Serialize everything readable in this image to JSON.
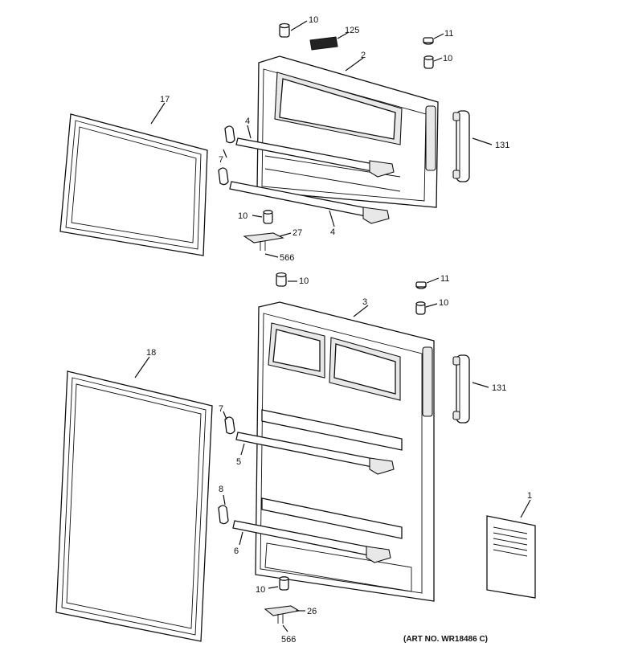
{
  "labels": {
    "l10_a": "10",
    "l125": "125",
    "l11_a": "11",
    "l10_b": "10",
    "l2": "2",
    "l17": "17",
    "l4_a": "4",
    "l7_a": "7",
    "l131_a": "131",
    "l10_c": "10",
    "l4_b": "4",
    "l27": "27",
    "l566_a": "566",
    "l10_d": "10",
    "l11_b": "11",
    "l10_e": "10",
    "l3": "3",
    "l18": "18",
    "l131_b": "131",
    "l7_b": "7",
    "l5": "5",
    "l8": "8",
    "l6": "6",
    "l1": "1",
    "l10_f": "10",
    "l26": "26",
    "l566_b": "566"
  },
  "art_number": "(ART NO. WR18486 C)"
}
